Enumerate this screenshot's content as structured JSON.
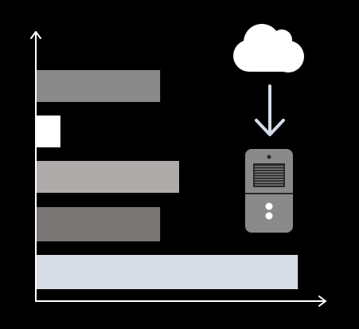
{
  "colors": {
    "background": "#000000",
    "axis": "#FFFFFF",
    "cloud": "#FFFFFF",
    "arrow": "#D3DCE8",
    "device_body": "#8A8A8A",
    "device_detail": "#2A2A2A",
    "device_light": "#FFFFFF"
  },
  "icons": {
    "cloud": "cloud-icon",
    "arrow": "arrow-down-icon",
    "device": "door-intercom-icon"
  },
  "chart_data": {
    "type": "bar",
    "orientation": "horizontal",
    "categories": [
      "",
      "",
      "",
      "",
      ""
    ],
    "values": [
      52,
      10,
      60,
      52,
      110
    ],
    "xlim": [
      0,
      120
    ],
    "grid": false,
    "colors": [
      "#8A8A8A",
      "#FFFFFF",
      "#AEABAA",
      "#7A7676",
      "#D6DCE6"
    ],
    "title": "",
    "xlabel": "",
    "ylabel": ""
  }
}
